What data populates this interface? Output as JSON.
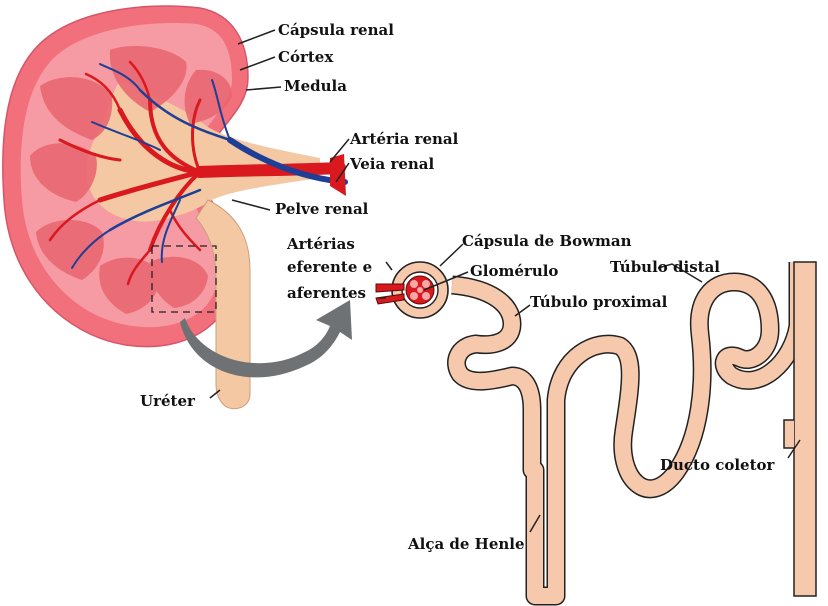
{
  "labels": {
    "capsula_renal": "Cápsula  renal",
    "cortex": "Córtex",
    "medula": "Medula",
    "arteria_renal": "Artéria renal",
    "veia_renal": "Veia renal",
    "pelve_renal": "Pelve renal",
    "arterias_line1": "Artérias",
    "arterias_line2": "eferente e",
    "arterias_line3": "aferentes",
    "ureter": "Uréter",
    "capsula_bowman": "Cápsula de Bowman",
    "glomerulo": "Glomérulo",
    "tubulo_distal": "Túbulo distal",
    "tubulo_proximal": "Túbulo proximal",
    "ducto_coletor": "Ducto coletor",
    "alca_henle": "Alça de Henle"
  },
  "colors": {
    "capsule": "#f2707c",
    "cortex": "#f69aa3",
    "pyramid": "#e9646f",
    "pelvis": "#f3c8a2",
    "artery": "#d9191e",
    "vein": "#1e3f95",
    "arrow": "#6f7274",
    "tubule_fill": "#f6c9ad",
    "outline": "#222222"
  }
}
